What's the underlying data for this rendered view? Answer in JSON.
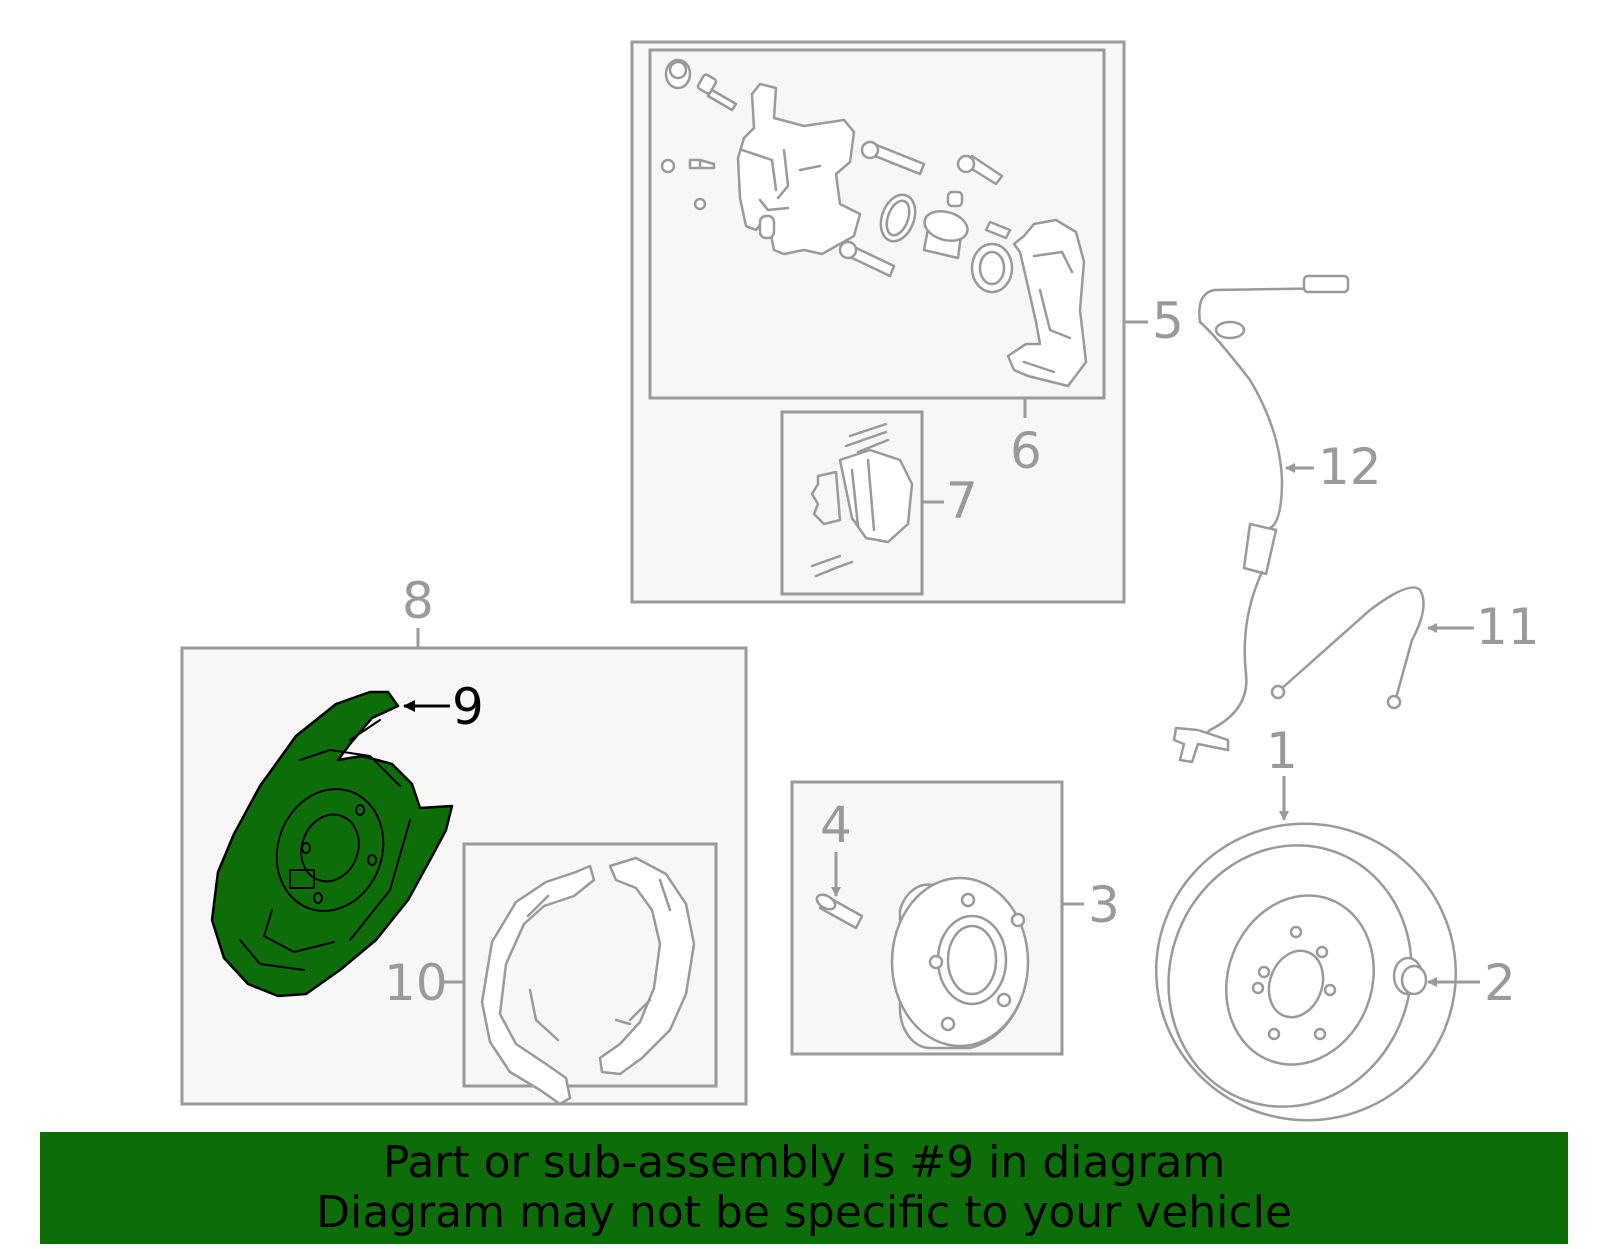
{
  "diagram": {
    "highlight_color": "#0d6d08",
    "part_color": "#9a9a9a",
    "selected_part": "9",
    "callouts": {
      "c1": "1",
      "c2": "2",
      "c3": "3",
      "c4": "4",
      "c5": "5",
      "c6": "6",
      "c7": "7",
      "c8": "8",
      "c9": "9",
      "c10": "10",
      "c11": "11",
      "c12": "12"
    }
  },
  "banner": {
    "line1": "Part or sub-assembly is #9 in diagram",
    "line2": "Diagram may not be specific to your vehicle",
    "background": "#0d6d08"
  }
}
